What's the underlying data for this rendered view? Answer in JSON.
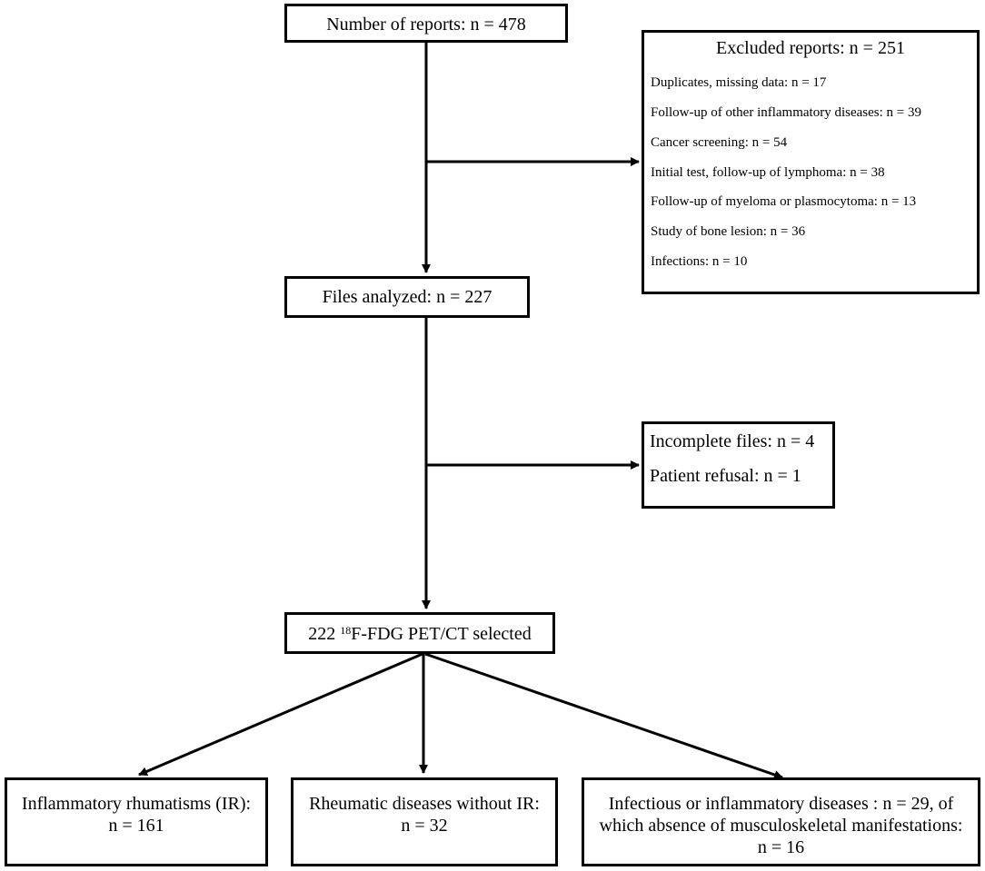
{
  "flow": {
    "start": {
      "label": "Number of reports: n = 478"
    },
    "excluded": {
      "title": "Excluded reports: n = 251",
      "items": [
        "Duplicates, missing data: n = 17",
        "Follow-up of other inflammatory diseases: n = 39",
        "Cancer screening: n = 54",
        "Initial test, follow-up of lymphoma: n = 38",
        "Follow-up of myeloma or plasmocytoma: n = 13",
        "Study of bone lesion: n = 36",
        "Infections: n = 10"
      ]
    },
    "analyzed": {
      "label": "Files analyzed: n = 227"
    },
    "second_exclusion": {
      "items": [
        "Incomplete files: n = 4",
        "Patient refusal: n = 1"
      ]
    },
    "selected": {
      "prefix": "222 ",
      "sup": "18",
      "suffix": "F-FDG PET/CT selected"
    },
    "outcomes": [
      {
        "line1": "Inflammatory rhumatisms (IR):",
        "line2": "n = 161"
      },
      {
        "line1": "Rheumatic diseases without IR:",
        "line2": "n = 32"
      },
      {
        "line1": "Infectious or inflammatory diseases : n = 29, of",
        "line2": "which absence of musculoskeletal manifestations:",
        "line3": "n = 16"
      }
    ]
  }
}
